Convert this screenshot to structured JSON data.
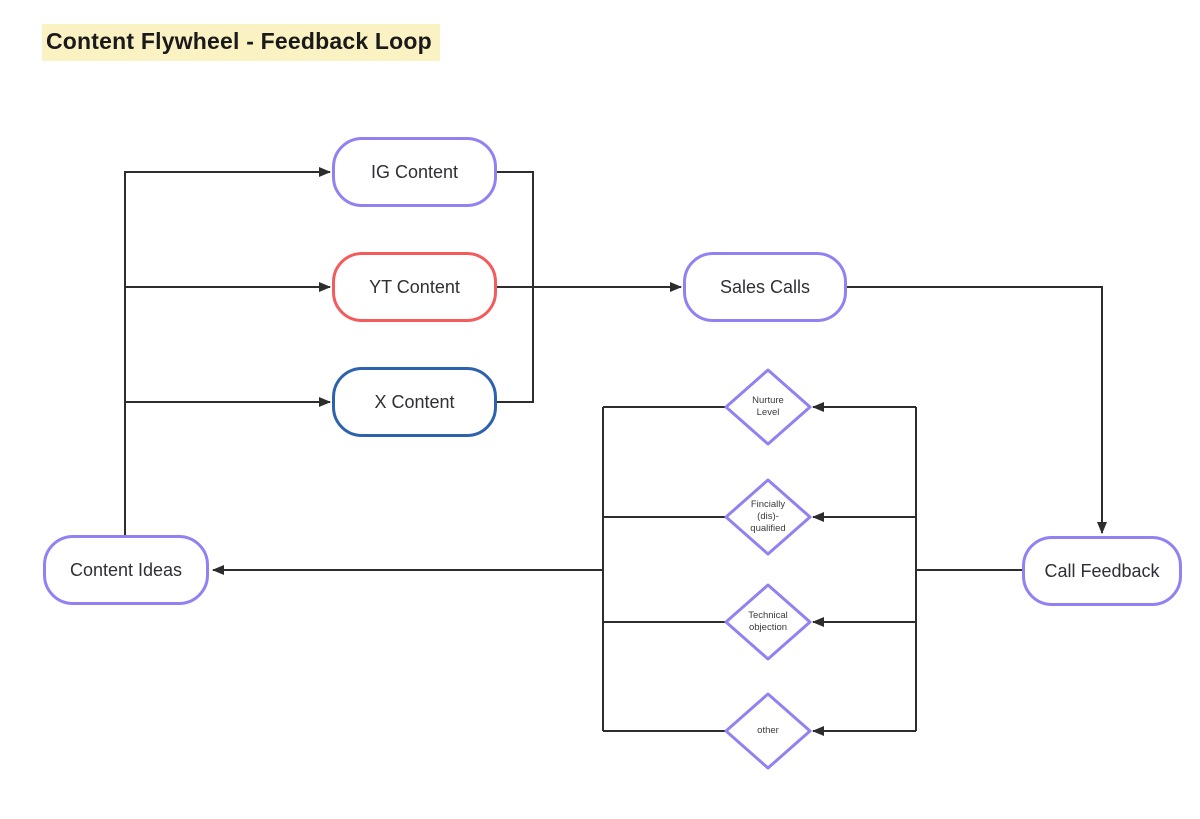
{
  "title": "Content Flywheel - Feedback Loop",
  "colors": {
    "purple": "#9181F2",
    "red": "#F45B5B",
    "blue": "#2D62AE",
    "line": "#2D2D2D",
    "highlight": "#FBF2C4",
    "ink": "#1A1A1A",
    "node-ink": "#2F2F35"
  },
  "nodes": {
    "ig": {
      "label": "IG Content",
      "border": "#9181F2"
    },
    "yt": {
      "label": "YT Content",
      "border": "#F45B5B"
    },
    "x": {
      "label": "X Content",
      "border": "#2D62AE"
    },
    "sales": {
      "label": "Sales Calls",
      "border": "#9181F2"
    },
    "ideas": {
      "label": "Content Ideas",
      "border": "#9181F2"
    },
    "feedback": {
      "label": "Call Feedback",
      "border": "#9181F2"
    }
  },
  "diamonds": {
    "nurture": {
      "lines": [
        "Nurture",
        "Level"
      ]
    },
    "fincially": {
      "lines": [
        "Fincially",
        "(dis)-",
        "qualified"
      ]
    },
    "technical": {
      "lines": [
        "Technical",
        "objection"
      ]
    },
    "other": {
      "lines": [
        "other"
      ]
    }
  }
}
